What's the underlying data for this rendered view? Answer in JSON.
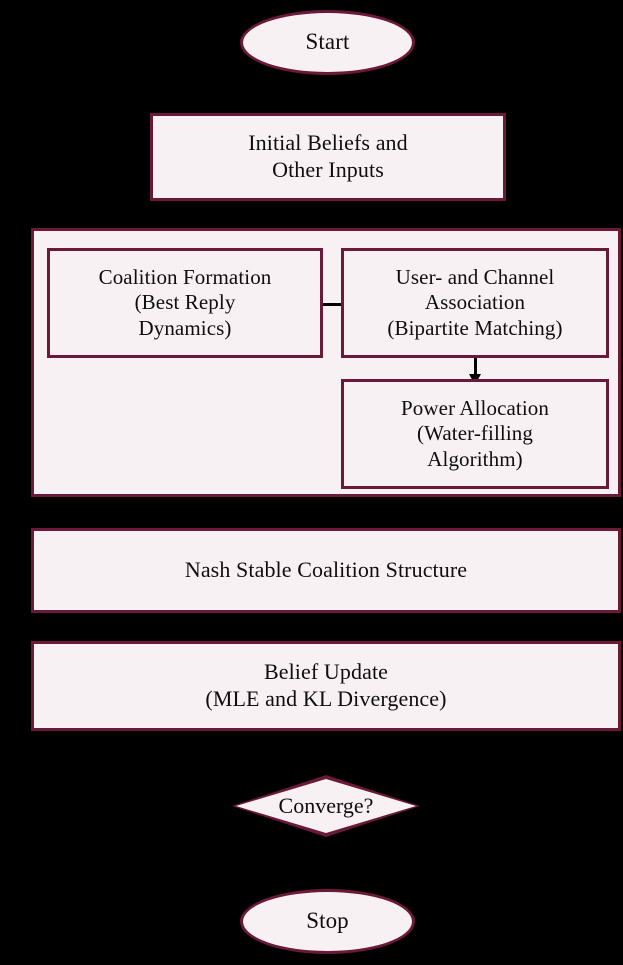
{
  "diagram": {
    "type": "flowchart",
    "title": "Algorithm Flowchart",
    "background_color": "#000000",
    "node_fill_color": "#f7f1f4",
    "node_border_color": "#6b1939",
    "text_color": "#100d0e",
    "arrow_color": "#000000"
  },
  "nodes": {
    "start": {
      "label": "Start",
      "shape": "ellipse"
    },
    "inputs": {
      "label": "Initial Beliefs and\nOther Inputs",
      "shape": "rectangle"
    },
    "coalition_formation": {
      "label": "Coalition Formation\n(Best Reply\nDynamics)",
      "shape": "rectangle"
    },
    "user_channel_association": {
      "label": "User- and Channel\nAssociation\n(Bipartite Matching)",
      "shape": "rectangle"
    },
    "power_allocation": {
      "label": "Power Allocation\n(Water-filling\nAlgorithm)",
      "shape": "rectangle"
    },
    "nash_stable": {
      "label": "Nash Stable Coalition Structure",
      "shape": "rectangle"
    },
    "belief_update": {
      "label": "Belief Update\n(MLE and KL Divergence)",
      "shape": "rectangle"
    },
    "converge": {
      "label": "Converge?",
      "shape": "diamond"
    },
    "stop": {
      "label": "Stop",
      "shape": "ellipse"
    }
  },
  "edges": [
    {
      "from": "start",
      "to": "inputs",
      "direction": "down"
    },
    {
      "from": "inputs",
      "to": "coalition_formation",
      "direction": "down"
    },
    {
      "from": "coalition_formation",
      "to": "user_channel_association",
      "direction": "right"
    },
    {
      "from": "user_channel_association",
      "to": "power_allocation",
      "direction": "down"
    },
    {
      "from": "power_allocation",
      "to": "nash_stable",
      "direction": "down"
    },
    {
      "from": "nash_stable",
      "to": "belief_update",
      "direction": "down"
    },
    {
      "from": "belief_update",
      "to": "converge",
      "direction": "down"
    },
    {
      "from": "converge",
      "to": "stop",
      "direction": "down"
    }
  ]
}
